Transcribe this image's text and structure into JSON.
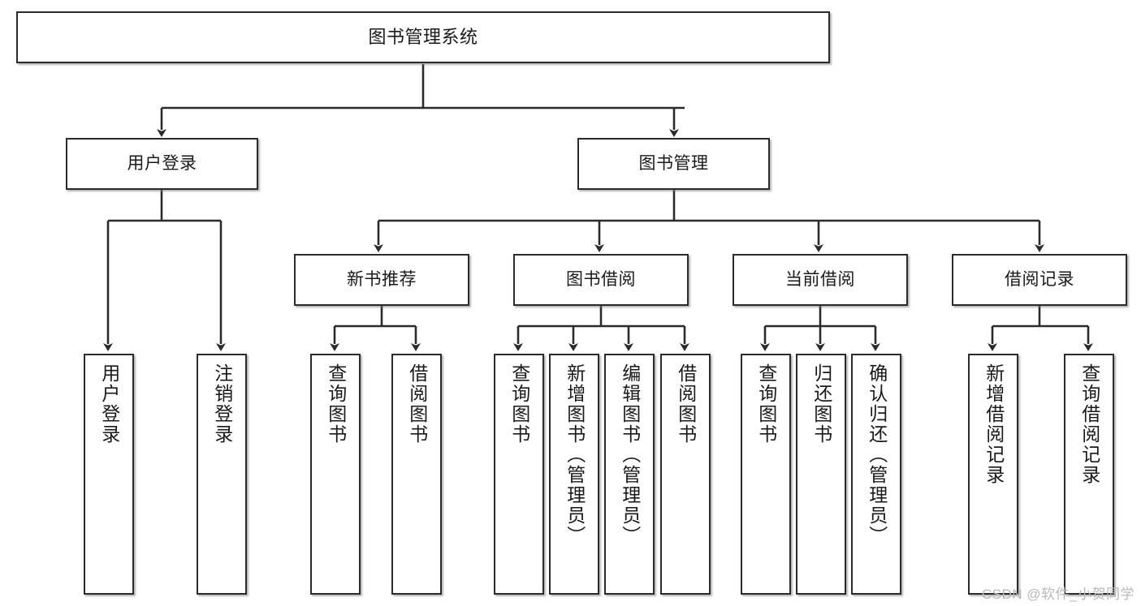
{
  "diagram": {
    "title": "图书管理系统",
    "watermark": "CSDN @软件_小贺同学",
    "colors": {
      "border": "#2b2b2b",
      "fill": "#ffffff",
      "text": "#1a1a1a",
      "edge": "#2b2b2b",
      "watermark": "#b9b9b9"
    },
    "levels": {
      "root": "图书管理系统",
      "level2": [
        "用户登录",
        "图书管理"
      ],
      "level3": [
        "新书推荐",
        "图书借阅",
        "当前借阅",
        "借阅记录"
      ]
    },
    "nodes": {
      "root": {
        "label": "图书管理系统"
      },
      "user_login": {
        "label": "用户登录"
      },
      "book_manage": {
        "label": "图书管理"
      },
      "new_book_rec": {
        "label": "新书推荐"
      },
      "book_borrow": {
        "label": "图书借阅"
      },
      "current_borrow": {
        "label": "当前借阅"
      },
      "borrow_record": {
        "label": "借阅记录"
      },
      "leaf_user_login": {
        "label": "用户登录"
      },
      "leaf_user_logout": {
        "label": "注销登录"
      },
      "leaf_query_book_1": {
        "label": "查询图书"
      },
      "leaf_borrow_book_1": {
        "label": "借阅图书"
      },
      "leaf_query_book_2": {
        "label": "查询图书"
      },
      "leaf_add_book": {
        "label": "新增图书（管理员）"
      },
      "leaf_edit_book": {
        "label": "编辑图书（管理员）"
      },
      "leaf_borrow_book_2": {
        "label": "借阅图书"
      },
      "leaf_query_book_3": {
        "label": "查询图书"
      },
      "leaf_return_book": {
        "label": "归还图书"
      },
      "leaf_confirm_return": {
        "label": "确认归还（管理员）"
      },
      "leaf_add_record": {
        "label": "新增借阅记录"
      },
      "leaf_query_record": {
        "label": "查询借阅记录"
      }
    },
    "tree": [
      {
        "label": "图书管理系统",
        "children": [
          {
            "label": "用户登录",
            "children": [
              {
                "label": "用户登录"
              },
              {
                "label": "注销登录"
              }
            ]
          },
          {
            "label": "图书管理",
            "children": [
              {
                "label": "新书推荐",
                "children": [
                  {
                    "label": "查询图书"
                  },
                  {
                    "label": "借阅图书"
                  }
                ]
              },
              {
                "label": "图书借阅",
                "children": [
                  {
                    "label": "查询图书"
                  },
                  {
                    "label": "新增图书（管理员）"
                  },
                  {
                    "label": "编辑图书（管理员）"
                  },
                  {
                    "label": "借阅图书"
                  }
                ]
              },
              {
                "label": "当前借阅",
                "children": [
                  {
                    "label": "查询图书"
                  },
                  {
                    "label": "归还图书"
                  },
                  {
                    "label": "确认归还（管理员）"
                  }
                ]
              },
              {
                "label": "借阅记录",
                "children": [
                  {
                    "label": "新增借阅记录"
                  },
                  {
                    "label": "查询借阅记录"
                  }
                ]
              }
            ]
          }
        ]
      }
    ]
  }
}
